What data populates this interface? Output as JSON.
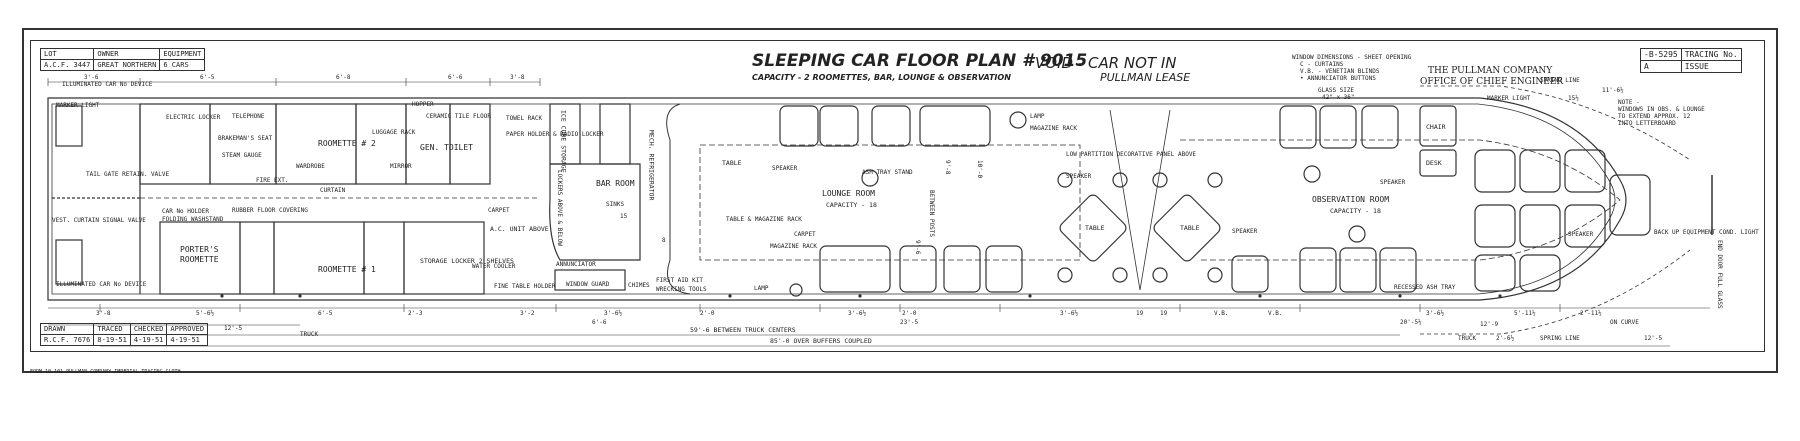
{
  "title": {
    "main": "SLEEPING CAR FLOOR PLAN # 9015",
    "sub": "CAPACITY - 2 ROOMETTES, BAR, LOUNGE & OBSERVATION",
    "void_line1": "VOID - CAR NOT IN",
    "void_line2": "PULLMAN LEASE"
  },
  "lot_table": {
    "headers": [
      "LOT",
      "OWNER",
      "EQUIPMENT"
    ],
    "row": [
      "A.C.F. 3447",
      "GREAT NORTHERN",
      "6 CARS"
    ]
  },
  "drawn_table": {
    "headers": [
      "DRAWN",
      "TRACED",
      "CHECKED",
      "APPROVED"
    ],
    "row": [
      "R.C.F. 7676",
      "8-19-51",
      "4-19-51",
      "4-19-51"
    ]
  },
  "tracing": {
    "number": "-B-5295",
    "label": "TRACING No.",
    "issue_letter": "A",
    "issue_label": "ISSUE"
  },
  "company": {
    "line1": "THE PULLMAN COMPANY",
    "line2": "OFFICE OF CHIEF ENGINEER"
  },
  "window_note": {
    "line1": "WINDOW DIMENSIONS - SHEET OPENING",
    "line2": "C - CURTAINS",
    "line3": "V.B. - VENETIAN BLINDS",
    "line4": "• ANNUNCIATOR BUTTONS"
  },
  "glass_size": {
    "line1": "GLASS SIZE",
    "line2": "42\" x 36\""
  },
  "note": {
    "line1": "NOTE -",
    "line2": "WINDOWS IN OBS. & LOUNGE",
    "line3": "TO EXTEND APPROX. 12",
    "line4": "INTO LETTERBOARD"
  },
  "spaces": {
    "roomette2_top": "ROOMETTE # 2",
    "roomette1": "ROOMETTE # 1",
    "porters_roomette_1": "PORTER'S",
    "porters_roomette_2": "ROOMETTE",
    "gen_toilet": "GEN. TOILET",
    "bar_room": "BAR ROOM",
    "lounge_room": "LOUNGE ROOM",
    "lounge_capacity": "CAPACITY - 18",
    "observation_room": "OBSERVATION ROOM",
    "observation_capacity": "CAPACITY - 18",
    "mech_refrigerator": "MECH. REFRIGERATOR",
    "ice_cube_storage": "ICE CUBE STORAGE",
    "ac_unit": "A.C. UNIT ABOVE",
    "storage_locker": "STORAGE LOCKER 2 SHELVES",
    "table_left": "TABLE",
    "table_mid1": "TABLE",
    "table_mid2": "TABLE",
    "desk": "DESK",
    "chair": "CHAIR"
  },
  "labels": {
    "illuminated_top": "ILLUMINATED CAR No DEVICE",
    "illuminated_bottom": "ILLUMINATED CAR No DEVICE",
    "marker_light": "MARKER LIGHT",
    "electric_locker": "ELECTRIC LOCKER",
    "telephone": "TELEPHONE",
    "brakemans_seat": "BRAKEMAN'S SEAT",
    "steam_gauge": "STEAM GAUGE",
    "tail_gate": "TAIL GATE RETAIN. VALVE",
    "vest_curtain": "VEST. CURTAIN SIGNAL VALVE",
    "car_no_holder": "CAR No HOLDER",
    "folding_washstand": "FOLDING WASHSTAND",
    "rubber_floor": "RUBBER FLOOR COVERING",
    "ceramic_tile": "CERAMIC TILE FLOOR",
    "towel_rack": "TOWEL RACK",
    "paper_holder": "PAPER HOLDER & RADIO LOCKER",
    "luggage_rack": "LUGGAGE RACK",
    "wardrobe": "WARDROBE",
    "curtain": "CURTAIN",
    "mirror": "MIRROR",
    "hopper": "HOPPER",
    "water_cooler": "WATER COOLER",
    "annunciator": "ANNUNCIATOR",
    "window_guard": "WINDOW GUARD",
    "first_aid": "FIRST AID KIT",
    "wrecking_tools": "WRECKING TOOLS",
    "chimes": "CHIMES",
    "lamp": "LAMP",
    "magazine_rack": "MAGAZINE RACK",
    "table_magazine_rack": "TABLE & MAGAZINE RACK",
    "ashtray_stand": "ASH TRAY STAND",
    "speaker": "SPEAKER",
    "carpet": "CARPET",
    "low_partition": "LOW PARTITION DECORATIVE PANEL ABOVE",
    "recessed_ash_tray": "RECESSED ASH TRAY",
    "spring_line": "SPRING LINE",
    "back_up_equipment": "BACK UP EQUIPMENT COND. LIGHT",
    "end_door": "END DOOR FULL GLASS",
    "truck_centers": "59'-6 BETWEEN TRUCK CENTERS",
    "over_buffers": "85'-0 OVER BUFFERS COUPLED",
    "truck": "TRUCK",
    "on_curve": "ON CURVE",
    "between_posts": "BETWEEN POSTS",
    "fire_ext": "FIRE EXT.",
    "sinks": "SINKS",
    "lockers_above": "LOCKERS ABOVE & BELOW",
    "carpet2": "CARPET",
    "fine_table_holder": "FINE TABLE HOLDER"
  },
  "dims_top": [
    "3'-6",
    "6'-5",
    "6'-8",
    "6'-6",
    "3'-8",
    "11'-6½",
    "15½"
  ],
  "dims_bottom": [
    "3'-8",
    "5'-6½",
    "6'-5",
    "2'-3",
    "3'-2",
    "3'-6½",
    "2'-0",
    "3'-6½",
    "2'-0",
    "3'-6½",
    "19",
    "V.B.",
    "V.B.",
    "3'-6½",
    "5'-11½",
    "12'-5",
    "2'-11½"
  ],
  "dims_misc": [
    "12'-5",
    "6'-6",
    "12'-9",
    "2'-6½",
    "20'-5½",
    "23'-5",
    "9'-8",
    "10'-0",
    "9'-6",
    "19",
    "15",
    "8"
  ],
  "footer": "FORM 10-101   PULLMAN COMPANY   IMPERIAL TRACING CLOTH"
}
